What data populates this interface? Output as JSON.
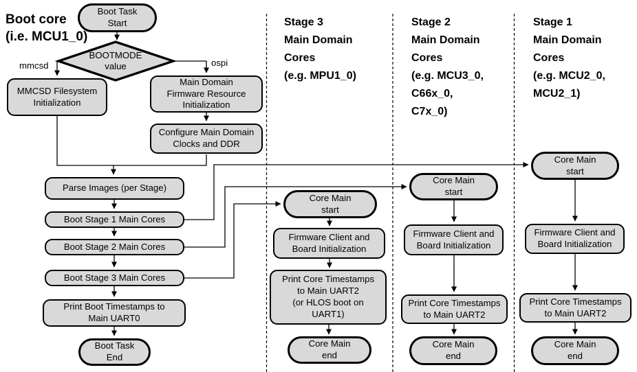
{
  "colors": {
    "background": "#ffffff",
    "node_fill": "#d9d9d9",
    "node_border": "#000000",
    "line": "#000000",
    "text": "#000000"
  },
  "headers": {
    "boot_core": "Boot core\n(i.e. MCU1_0)",
    "stage3": "Stage 3\nMain Domain\nCores\n(e.g. MPU1_0)",
    "stage2": "Stage 2\nMain Domain\nCores\n(e.g. MCU3_0,\nC66x_0,\nC7x_0)",
    "stage1": "Stage 1\nMain Domain\nCores\n(e.g. MCU2_0,\nMCU2_1)"
  },
  "boot_column": {
    "start": "Boot Task\nStart",
    "decision": "BOOTMODE\nvalue",
    "branch_mmcsd": "mmcsd",
    "branch_ospi": "ospi",
    "mmcsd_init": "MMCSD Filesystem\nInitialization",
    "fw_resource_init": "Main Domain\nFirmware Resource\nInitialization",
    "configure_clocks": "Configure Main Domain\nClocks and DDR",
    "parse_images": "Parse Images (per Stage)",
    "boot_stage1": "Boot Stage 1 Main Cores",
    "boot_stage2": "Boot Stage 2 Main Cores",
    "boot_stage3": "Boot Stage 3 Main Cores",
    "print_timestamps": "Print Boot Timestamps to\nMain UART0",
    "end": "Boot Task\nEnd"
  },
  "stage3_column": {
    "start": "Core Main\nstart",
    "fw_client_init": "Firmware Client and\nBoard Initialization",
    "print_timestamps": "Print Core Timestamps\nto Main UART2\n(or HLOS boot on\nUART1)",
    "end": "Core Main\nend"
  },
  "stage2_column": {
    "start": "Core Main\nstart",
    "fw_client_init": "Firmware Client and\nBoard Initialization",
    "print_timestamps": "Print Core Timestamps\nto Main UART2",
    "end": "Core Main\nend"
  },
  "stage1_column": {
    "start": "Core Main\nstart",
    "fw_client_init": "Firmware Client and\nBoard Initialization",
    "print_timestamps": "Print Core Timestamps\nto Main UART2",
    "end": "Core Main\nend"
  }
}
